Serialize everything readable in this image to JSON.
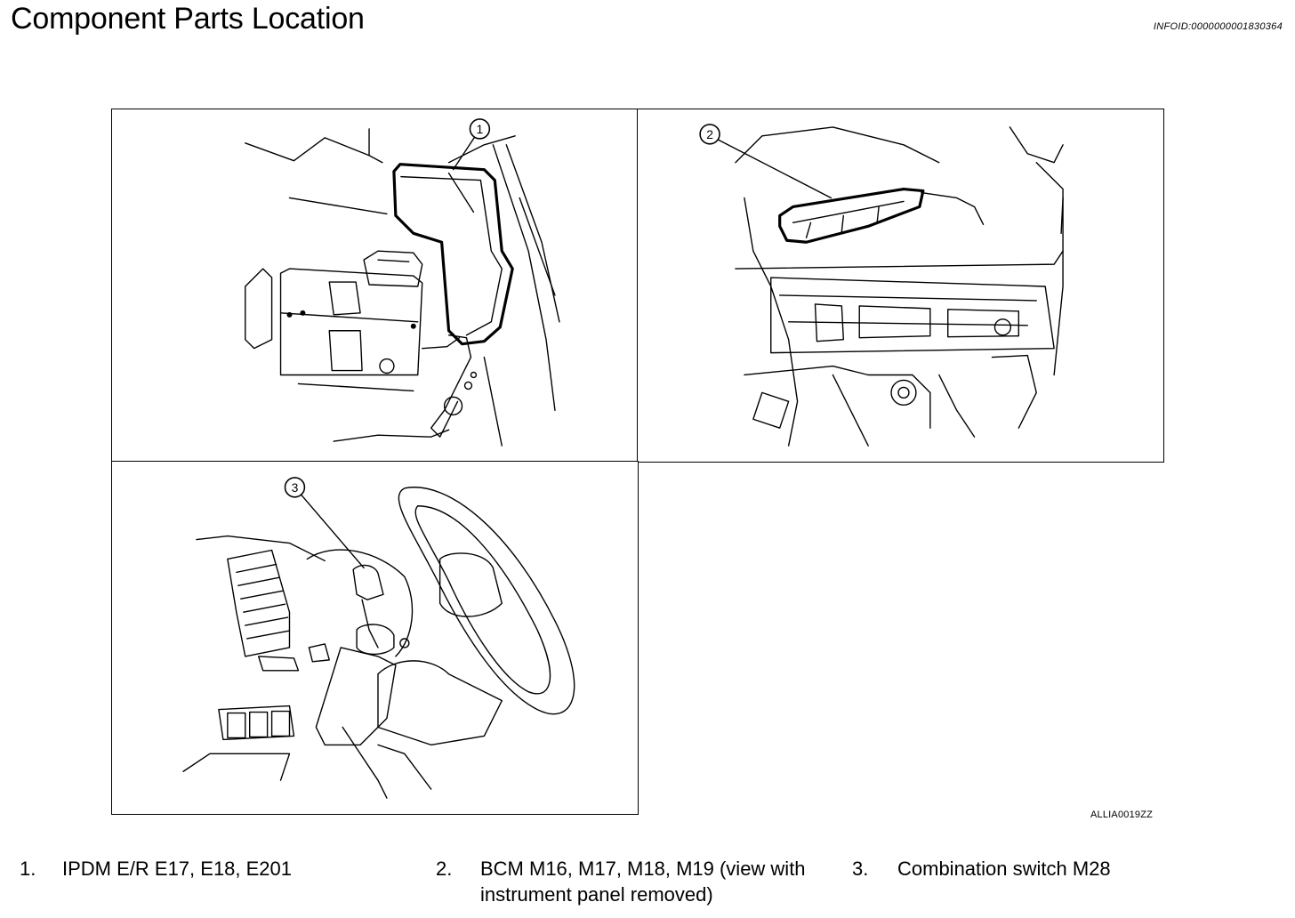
{
  "page": {
    "title": "Component Parts Location",
    "info_id": "INFOID:0000000001830364"
  },
  "figure": {
    "code": "ALLIA0019ZZ",
    "callouts": [
      "1",
      "2",
      "3"
    ]
  },
  "legend": [
    {
      "num": "1.",
      "text": "IPDM E/R E17, E18, E201"
    },
    {
      "num": "2.",
      "text": "BCM M16, M17, M18, M19 (view with instrument panel removed)"
    },
    {
      "num": "3.",
      "text": "Combination switch M28"
    }
  ]
}
